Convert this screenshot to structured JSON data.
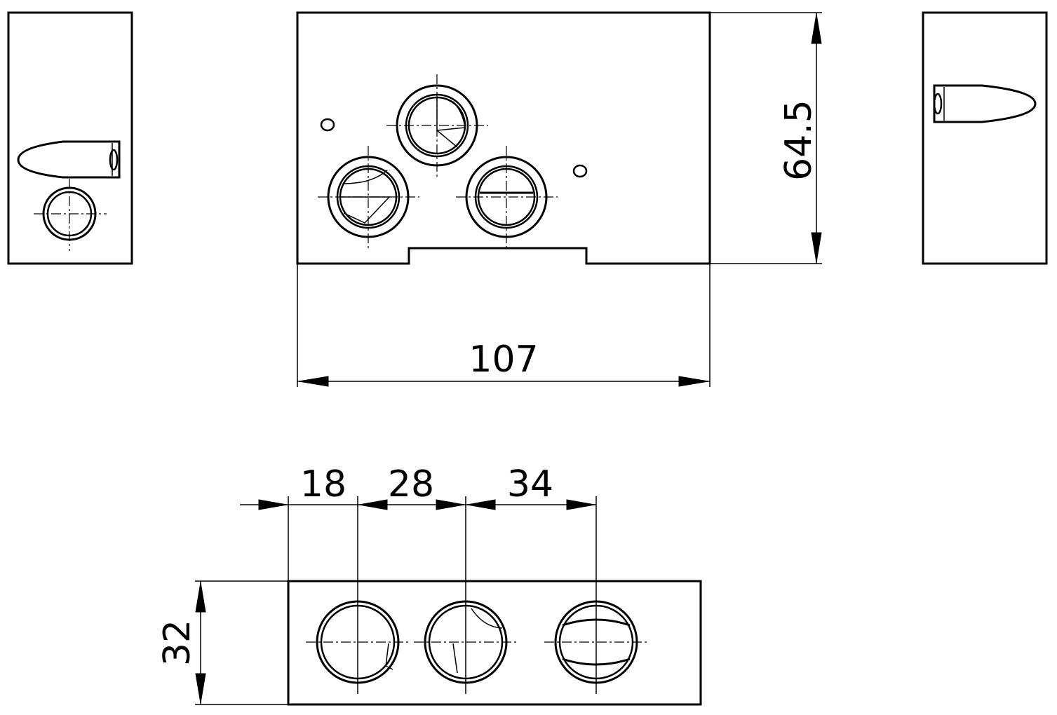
{
  "drawing": {
    "dimensions": {
      "width_label": "107",
      "height_label": "64.5",
      "depth_label": "32",
      "port_spacing_1": "18",
      "port_spacing_2": "28",
      "port_spacing_3": "34"
    }
  }
}
